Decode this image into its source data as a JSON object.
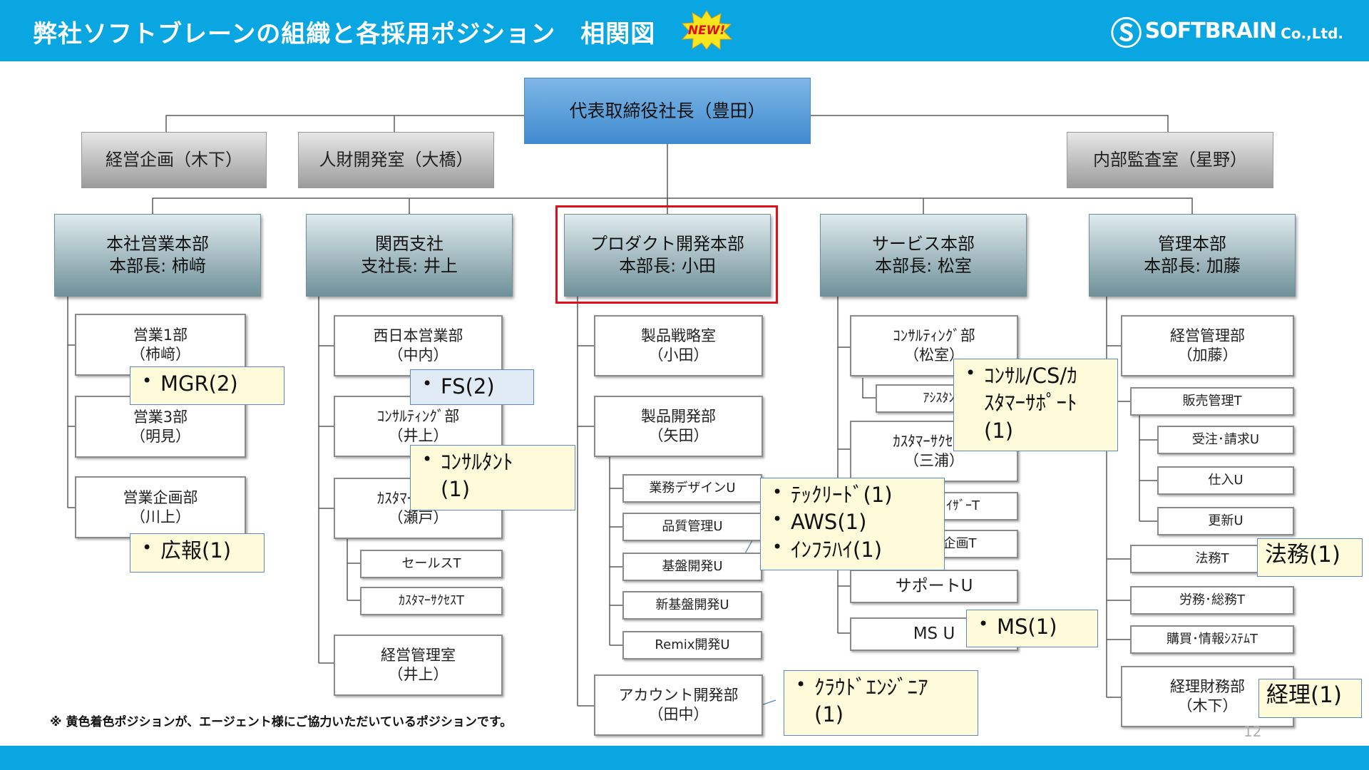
{
  "header": {
    "title": "弊社ソフトブレーンの組織と各採用ポジション　相関図",
    "new_badge": "NEW!",
    "logo_mark": "Ⓢ",
    "logo_text": "SOFTBRAIN",
    "logo_suffix": "Co.,Ltd."
  },
  "ceo": "代表取締役社長（豊田）",
  "staff": {
    "planning": "経営企画（木下）",
    "hr": "人財開発室（大橋）",
    "audit": "内部監査室（星野）"
  },
  "divisions": {
    "sales": {
      "name": "本社営業本部",
      "head": "本部長: 柿﨑"
    },
    "kansai": {
      "name": "関西支社",
      "head": "支社長: 井上"
    },
    "product": {
      "name": "プロダクト開発本部",
      "head": "本部長: 小田"
    },
    "service": {
      "name": "サービス本部",
      "head": "本部長: 松室"
    },
    "admin": {
      "name": "管理本部",
      "head": "本部長: 加藤"
    }
  },
  "sales_units": {
    "eigyo1": {
      "name": "営業1部",
      "lead": "（柿﨑）"
    },
    "eigyo3": {
      "name": "営業3部",
      "lead": "（明見）"
    },
    "planning": {
      "name": "営業企画部",
      "lead": "（川上）"
    }
  },
  "kansai_units": {
    "west": {
      "name": "西日本営業部",
      "lead": "（中内）"
    },
    "consulting": {
      "name": "ｺﾝｻﾙﾃｨﾝｸﾞ部",
      "lead": "（井上）"
    },
    "cs": {
      "name": "ｶｽﾀﾏｰｻｸｾｽ部",
      "lead": "（瀬戸）"
    },
    "sales_t": "セールスT",
    "cs_t": "ｶｽﾀﾏｰｻｸｾｽT",
    "mgmt": {
      "name": "経営管理室",
      "lead": "（井上）"
    }
  },
  "product_units": {
    "strategy": {
      "name": "製品戦略室",
      "lead": "（小田）"
    },
    "dev": {
      "name": "製品開発部",
      "lead": "（矢田）"
    },
    "design": "業務デザインU",
    "quality": "品質管理U",
    "base": "基盤開発U",
    "newbase": "新基盤開発U",
    "remix": "Remix開発U",
    "account": {
      "name": "アカウント開発部",
      "lead": "（田中）"
    }
  },
  "service_units": {
    "consulting": {
      "name": "ｺﾝｻﾙﾃｨﾝｸﾞ部",
      "lead": "（松室）"
    },
    "assistant": "ｱｼｽﾀﾝﾄU",
    "cs": {
      "name": "ｶｽﾀﾏｰｻｸｾｽ部",
      "lead": "（三浦）"
    },
    "advisor": "ｱﾄﾞﾊﾞｲｻﾞｰT",
    "kikaku": "活用企画T",
    "support": "サポートU",
    "ms": "MS U"
  },
  "admin_units": {
    "mgmt": {
      "name": "経営管理部",
      "lead": "（加藤）"
    },
    "sales_mgmt": "販売管理T",
    "order": "受注･請求U",
    "purchase": "仕入U",
    "renewal": "更新U",
    "legal": "法務T",
    "labor": "労務･総務T",
    "procure": "購買･情報ｼｽﾃﾑT",
    "finance": {
      "name": "経理財務部",
      "lead": "（木下）"
    }
  },
  "positions": {
    "mgr": "MGR(2)",
    "pr": "広報(1)",
    "fs": "FS(2)",
    "consultant_1": "ｺﾝｻﾙﾀﾝﾄ",
    "consultant_2": "(1)",
    "techlead": "ﾃｯｸﾘｰﾄﾞ(1)",
    "aws": "AWS(1)",
    "infra": "ｲﾝﾌﾗﾊｲ(1)",
    "cloud_1": "ｸﾗｳﾄﾞｴﾝｼﾞﾆｱ",
    "cloud_2": "(1)",
    "svc_1": "ｺﾝｻﾙ/CS/ｶ",
    "svc_2": "ｽﾀﾏｰｻﾎﾟｰﾄ",
    "svc_3": "(1)",
    "ms": "MS(1)",
    "legal": "法務(1)",
    "accounting": "経理(1)"
  },
  "footnote": "※ 黄色着色ポジションが、エージェント様にご協力いただいているポジションです。",
  "page_number": "12",
  "colors": {
    "brand": "#0aa6e2",
    "highlight": "#e0101a",
    "position_fill": "#fdfbd9"
  }
}
